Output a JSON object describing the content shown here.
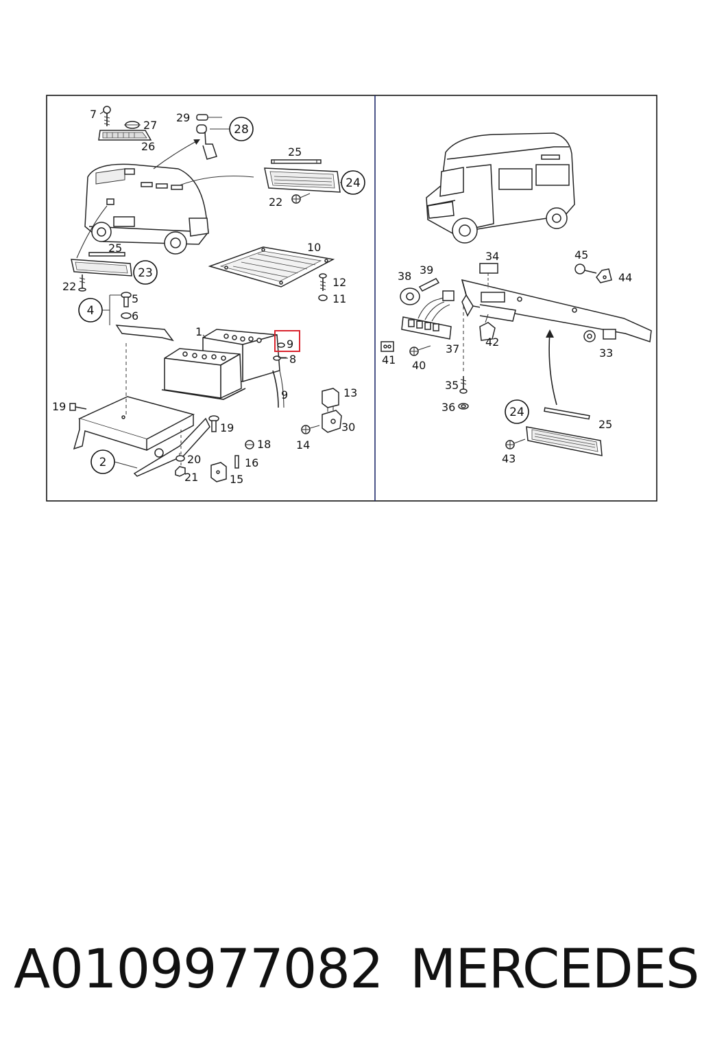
{
  "diagram": {
    "callouts_left": [
      "1",
      "2",
      "4",
      "5",
      "6",
      "7",
      "8",
      "9",
      "10",
      "11",
      "12",
      "13",
      "14",
      "15",
      "16",
      "18",
      "19",
      "19",
      "20",
      "21",
      "22",
      "22",
      "23",
      "24",
      "25",
      "25",
      "26",
      "27",
      "28",
      "29",
      "30"
    ],
    "callouts_right": [
      "24",
      "25",
      "33",
      "34",
      "35",
      "36",
      "37",
      "38",
      "39",
      "40",
      "41",
      "42",
      "43",
      "44",
      "45"
    ],
    "highlighted_callout": "9",
    "highlight_color": "#d9232d"
  },
  "labels": {
    "l1": "1",
    "l2": "2",
    "l4": "4",
    "l5": "5",
    "l6": "6",
    "l7": "7",
    "l8": "8",
    "l9a": "9",
    "l9b": "9",
    "l10": "10",
    "l11": "11",
    "l12": "12",
    "l13": "13",
    "l14": "14",
    "l15": "15",
    "l16": "16",
    "l18": "18",
    "l19a": "19",
    "l19b": "19",
    "l20": "20",
    "l21": "21",
    "l22a": "22",
    "l22b": "22",
    "l23": "23",
    "l24a": "24",
    "l25a": "25",
    "l25b": "25",
    "l26": "26",
    "l27": "27",
    "l28": "28",
    "l29": "29",
    "l30": "30",
    "r24": "24",
    "r25": "25",
    "r33": "33",
    "r34": "34",
    "r35": "35",
    "r36": "36",
    "r37": "37",
    "r38": "38",
    "r39": "39",
    "r40": "40",
    "r41": "41",
    "r42": "42",
    "r43": "43",
    "r44": "44",
    "r45": "45"
  },
  "caption": {
    "part_number": "A0109977082",
    "brand": "MERCEDES"
  }
}
